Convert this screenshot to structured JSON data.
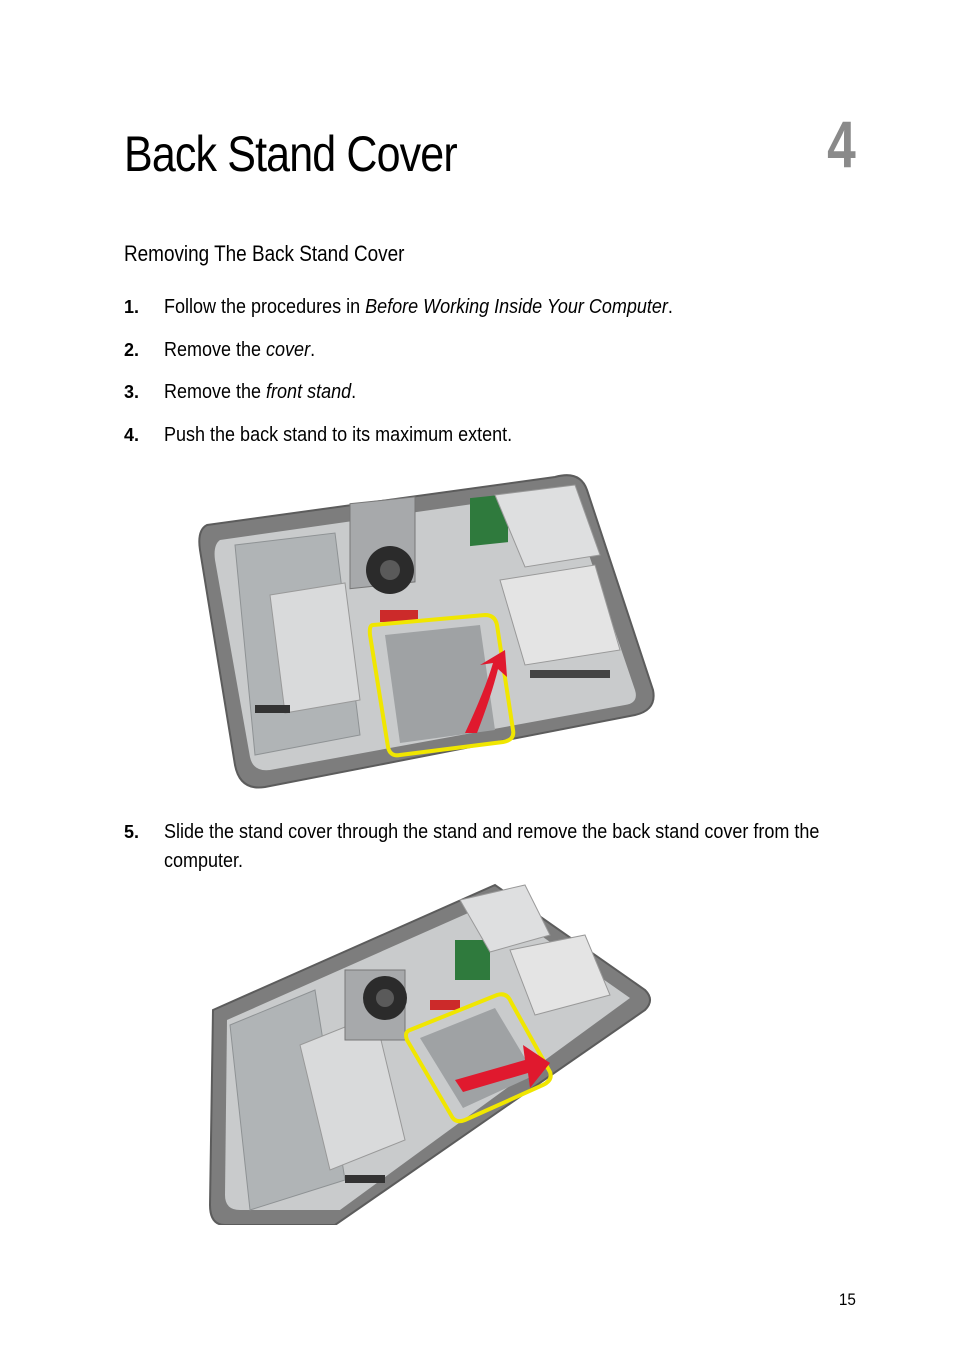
{
  "chapter": {
    "title": "Back Stand Cover",
    "number": "4"
  },
  "section": {
    "heading": "Removing The Back Stand Cover"
  },
  "steps": [
    {
      "num": "1.",
      "pre": "Follow the procedures in ",
      "link": "Before Working Inside Your Computer",
      "post": "."
    },
    {
      "num": "2.",
      "pre": "Remove the ",
      "link": "cover",
      "post": "."
    },
    {
      "num": "3.",
      "pre": "Remove the ",
      "link": "front stand",
      "post": "."
    },
    {
      "num": "4.",
      "text": "Push the back stand to its maximum extent."
    },
    {
      "num": "5.",
      "text": "Slide the stand cover through the stand and remove the back stand cover from the computer."
    }
  ],
  "page_number": "15"
}
